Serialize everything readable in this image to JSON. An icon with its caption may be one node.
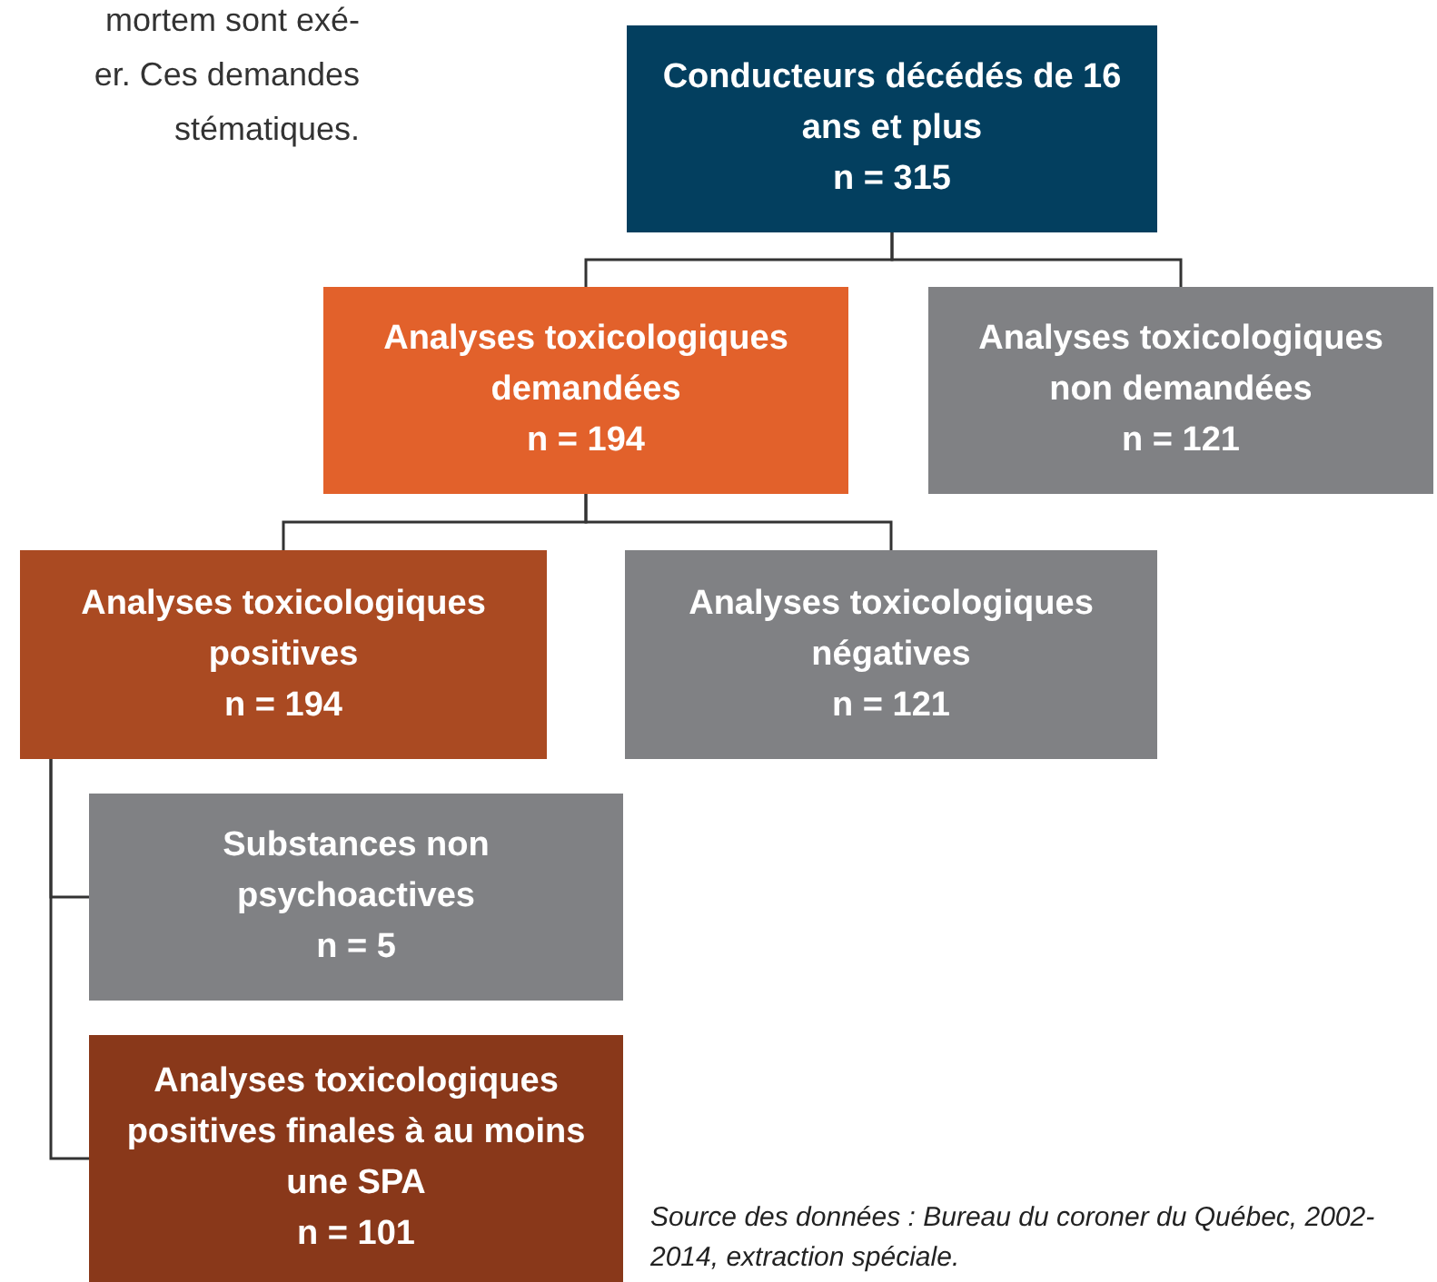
{
  "diagram": {
    "nodes": [
      {
        "text": [
          "Conducteurs décédés de 16 ans et plus",
          "n = 315"
        ]
      },
      {
        "text": [
          "Analyses toxicologiques demandées",
          "n = 194"
        ]
      },
      {
        "text": [
          "Analyses toxicologiques non demandées",
          "n = 121"
        ]
      },
      {
        "text": [
          "Analyses toxicologiques positives",
          "n = 194"
        ]
      },
      {
        "text": [
          "Analyses toxicologiques négatives",
          "n = 121"
        ]
      },
      {
        "text": [
          "Substances non psychoactives",
          "n = 5"
        ]
      },
      {
        "text": [
          "Analyses toxicologiques positives finales à au moins une SPA",
          "n = 101"
        ]
      }
    ],
    "edges": [
      {
        "from": 0,
        "to": 1,
        "arrow": "none"
      },
      {
        "from": 0,
        "to": 2,
        "arrow": "none"
      },
      {
        "from": 1,
        "to": 3,
        "arrow": "none"
      },
      {
        "from": 1,
        "to": 4,
        "arrow": "none"
      },
      {
        "from": 3,
        "to": 5,
        "arrow": "none"
      },
      {
        "from": 3,
        "to": 6,
        "arrow": "none"
      }
    ],
    "labels": [
      "mortem sont exé-",
      "er. Ces demandes",
      "stématiques.",
      "Source des données : Bureau du coroner du Québec, 2002-2014, extraction spéciale."
    ]
  }
}
